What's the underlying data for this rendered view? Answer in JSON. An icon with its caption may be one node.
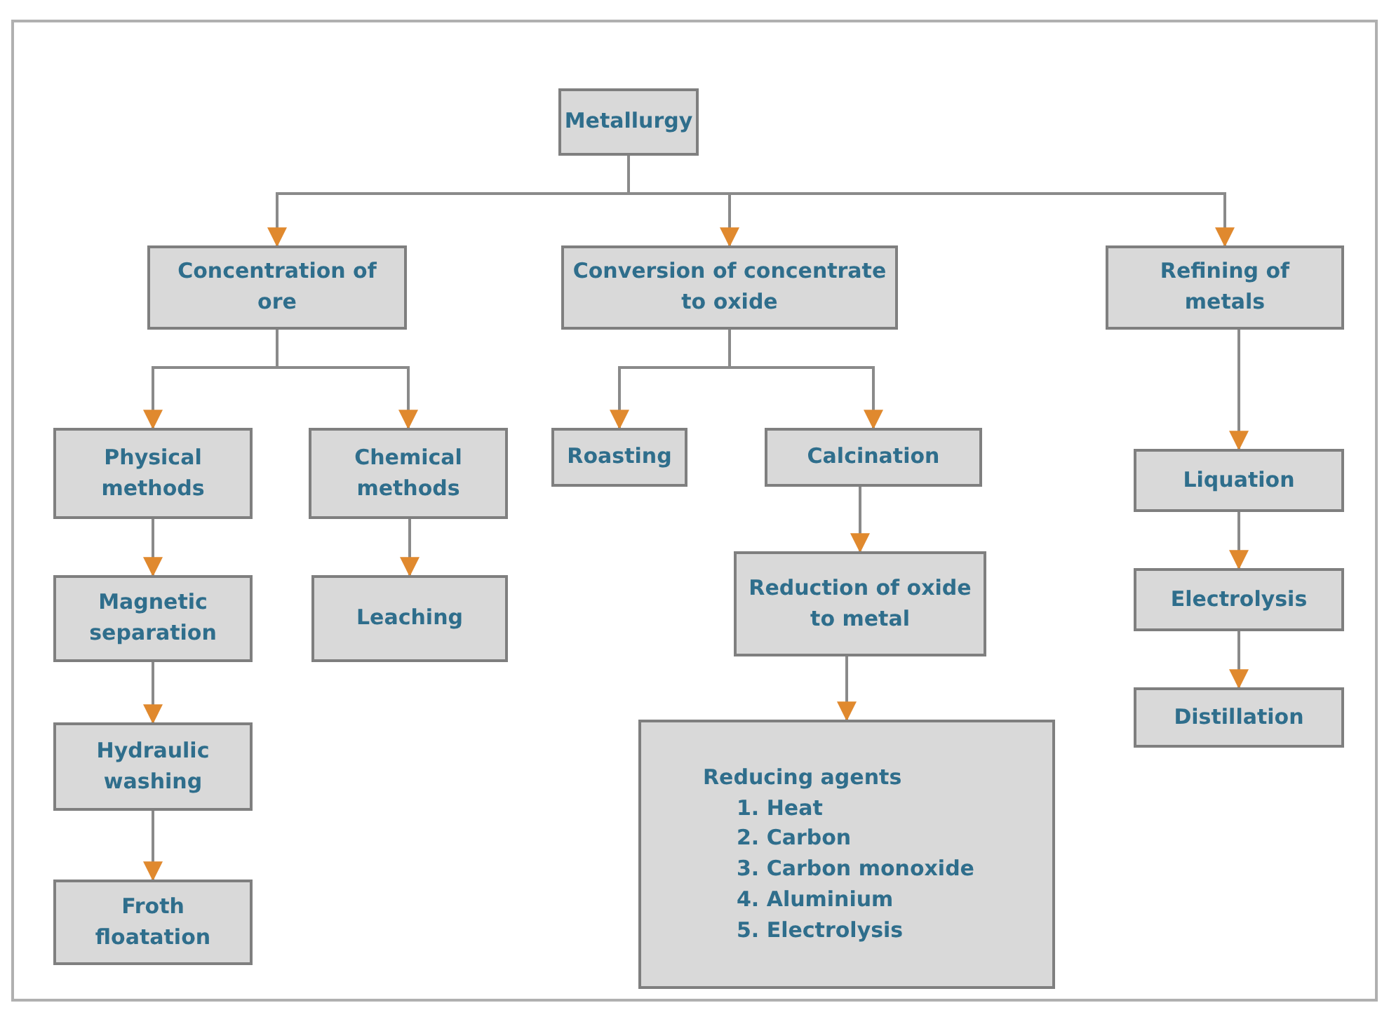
{
  "diagram": {
    "nodes": [
      {
        "text": [
          "Metallurgy"
        ]
      },
      {
        "text": [
          "Concentration of ore"
        ]
      },
      {
        "text": [
          "Conversion of concentrate to oxide"
        ]
      },
      {
        "text": [
          "Refining of metals"
        ]
      },
      {
        "text": [
          "Physical methods"
        ]
      },
      {
        "text": [
          "Chemical methods"
        ]
      },
      {
        "text": [
          "Roasting"
        ]
      },
      {
        "text": [
          "Calcination"
        ]
      },
      {
        "text": [
          "Magnetic separation"
        ]
      },
      {
        "text": [
          "Leaching"
        ]
      },
      {
        "text": [
          "Reduction of oxide to metal"
        ]
      },
      {
        "text": [
          "Liquation"
        ]
      },
      {
        "text": [
          "Electrolysis"
        ]
      },
      {
        "text": [
          "Hydraulic washing"
        ]
      },
      {
        "text": [
          "Reducing agents",
          "1. Heat",
          "2. Carbon",
          "3. Carbon monoxide",
          "4. Aluminium",
          "5. Electrolysis"
        ]
      },
      {
        "text": [
          "Distillation"
        ]
      },
      {
        "text": [
          "Froth floatation"
        ]
      }
    ],
    "edges": [
      {
        "from": 0,
        "to": 1,
        "arrow": "to"
      },
      {
        "from": 0,
        "to": 2,
        "arrow": "to"
      },
      {
        "from": 0,
        "to": 3,
        "arrow": "to"
      },
      {
        "from": 1,
        "to": 4,
        "arrow": "to"
      },
      {
        "from": 1,
        "to": 5,
        "arrow": "to"
      },
      {
        "from": 2,
        "to": 6,
        "arrow": "to"
      },
      {
        "from": 2,
        "to": 7,
        "arrow": "to"
      },
      {
        "from": 3,
        "to": 11,
        "arrow": "to"
      },
      {
        "from": 4,
        "to": 8,
        "arrow": "to"
      },
      {
        "from": 8,
        "to": 13,
        "arrow": "to"
      },
      {
        "from": 13,
        "to": 16,
        "arrow": "to"
      },
      {
        "from": 5,
        "to": 9,
        "arrow": "to"
      },
      {
        "from": 7,
        "to": 10,
        "arrow": "to"
      },
      {
        "from": 10,
        "to": 14,
        "arrow": "to"
      },
      {
        "from": 11,
        "to": 12,
        "arrow": "to"
      },
      {
        "from": 12,
        "to": 15,
        "arrow": "to"
      }
    ]
  }
}
